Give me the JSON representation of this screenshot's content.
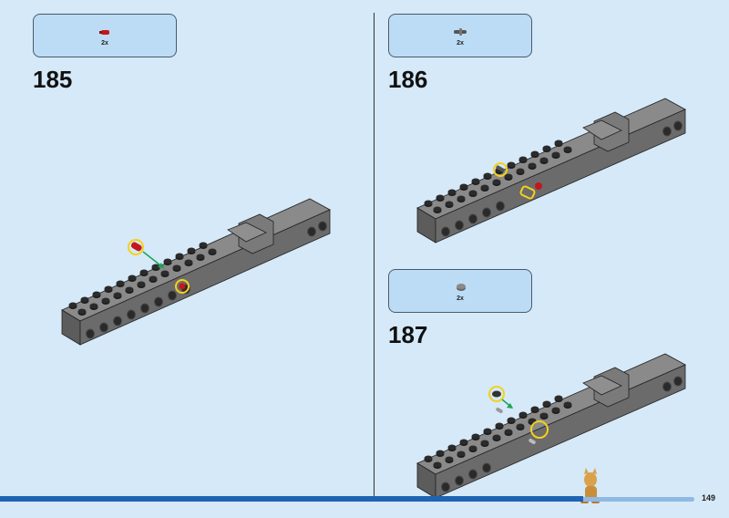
{
  "steps": [
    {
      "number": "185",
      "callout_qty": "2x",
      "part": "red-pin-part"
    },
    {
      "number": "186",
      "callout_qty": "2x",
      "part": "gray-axle-part"
    },
    {
      "number": "187",
      "callout_qty": "2x",
      "part": "gray-round-plate-part"
    }
  ],
  "page": {
    "number": "149"
  },
  "colors": {
    "background": "#d5e9f8",
    "callout": "#bcdcf6",
    "brick": "#6b6b6b",
    "highlight": "#f2d21b",
    "arrow": "#1aa35a",
    "footer": "#1f63b3"
  }
}
